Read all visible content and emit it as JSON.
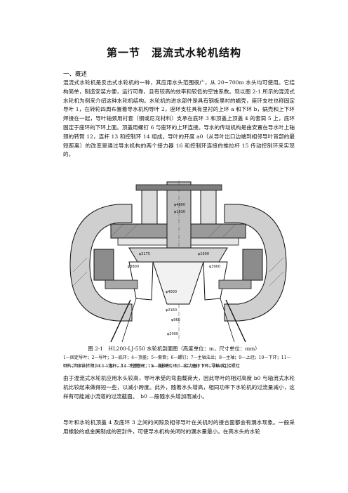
{
  "title": "第一节　混流式水轮机结构",
  "section_heading": "一、概述",
  "para1": "混流式水轮机是反击式水轮机的一种，其应用水头范围很广，从 20~700m 水头均可使用。它结构简单，制造安装方便，运行可靠，且有较高的效率和较低的空蚀系数。现以图 2-1 所示的混流式水轮机为例来介绍这种水轮机结构。水轮机的进水部件是具有钢板里衬的蜗壳，座环支柱也称固定导叶 1，在转轮四周布置着导水机构导叶 2，座环支柱具有里衬的上环 a 和下环 b，蜗壳和上下环焊接在一起，导叶轴颈用衬套（钢或尼龙材料）支承在底环 3 和顶盖上顶盖 4 的套筒 5 上，底环固定于座环的下环上面。顶盖用螺钉 6 与座环的上环连接。导水的传动机构是由安置在导水叶上轴颈的转臂 12，连杆 13 和控制环 14 组成。导叶的开度 a0（从导叶出口边端到相邻导叶背部的最短距离）的改变是通过导水机构的两个接力器 16 和控制环连接的推拉杆 15 传动控制环来实现的。",
  "figure": {
    "labels": {
      "l1": "φ4800",
      "l2": "φ1630",
      "l3": "φ2175",
      "l4": "φ1600",
      "l5": "φ3800",
      "l6": "φ3900",
      "l7": "φ4000",
      "l8": "φ2160",
      "l9": "φ960",
      "l10": "φ2000"
    }
  },
  "caption": "图 2-1　HL200-LJ-550 水轮机剖面图（高度单位：m，尺寸单位：mm）",
  "legend_line1": "1—固定导叶；2—导叶；3—底环；4—顶盖；5—套筒；6—螺钉；7—主轴法兰；8—主轴；9—上冠；10—下环；11—叶片；12—转臂；13—连杆；14—控制环；15—推拉杆；16—接力器；17—导轴承；",
  "legend_line2": "18—泄水锥；　19a 、19b —上、下迷宫环；　a —座环上环；　b —座环下环；20—连接螺栓",
  "para2": "由于混流式水轮机应用水头较高，导叶承受的弯曲载荷大，因此导叶的相对高度 b0 与轴流式水轮机比较起来做得短一些，以减小跨度。此外，随着水头增高，相同功率下水轮机的过流量减小，这样有可能减小流道的过流截面。　b0 —般随水头增加而减小。",
  "para3": "导叶和水轮机顶盖 4 及底环 3 之间的间隙及相邻导叶在关机时的接合面都会有漏水现象。一般采用橡胶的或金属制成的密封件，可使导水机构关闭时的漏水量最小。在高水头的水轮"
}
